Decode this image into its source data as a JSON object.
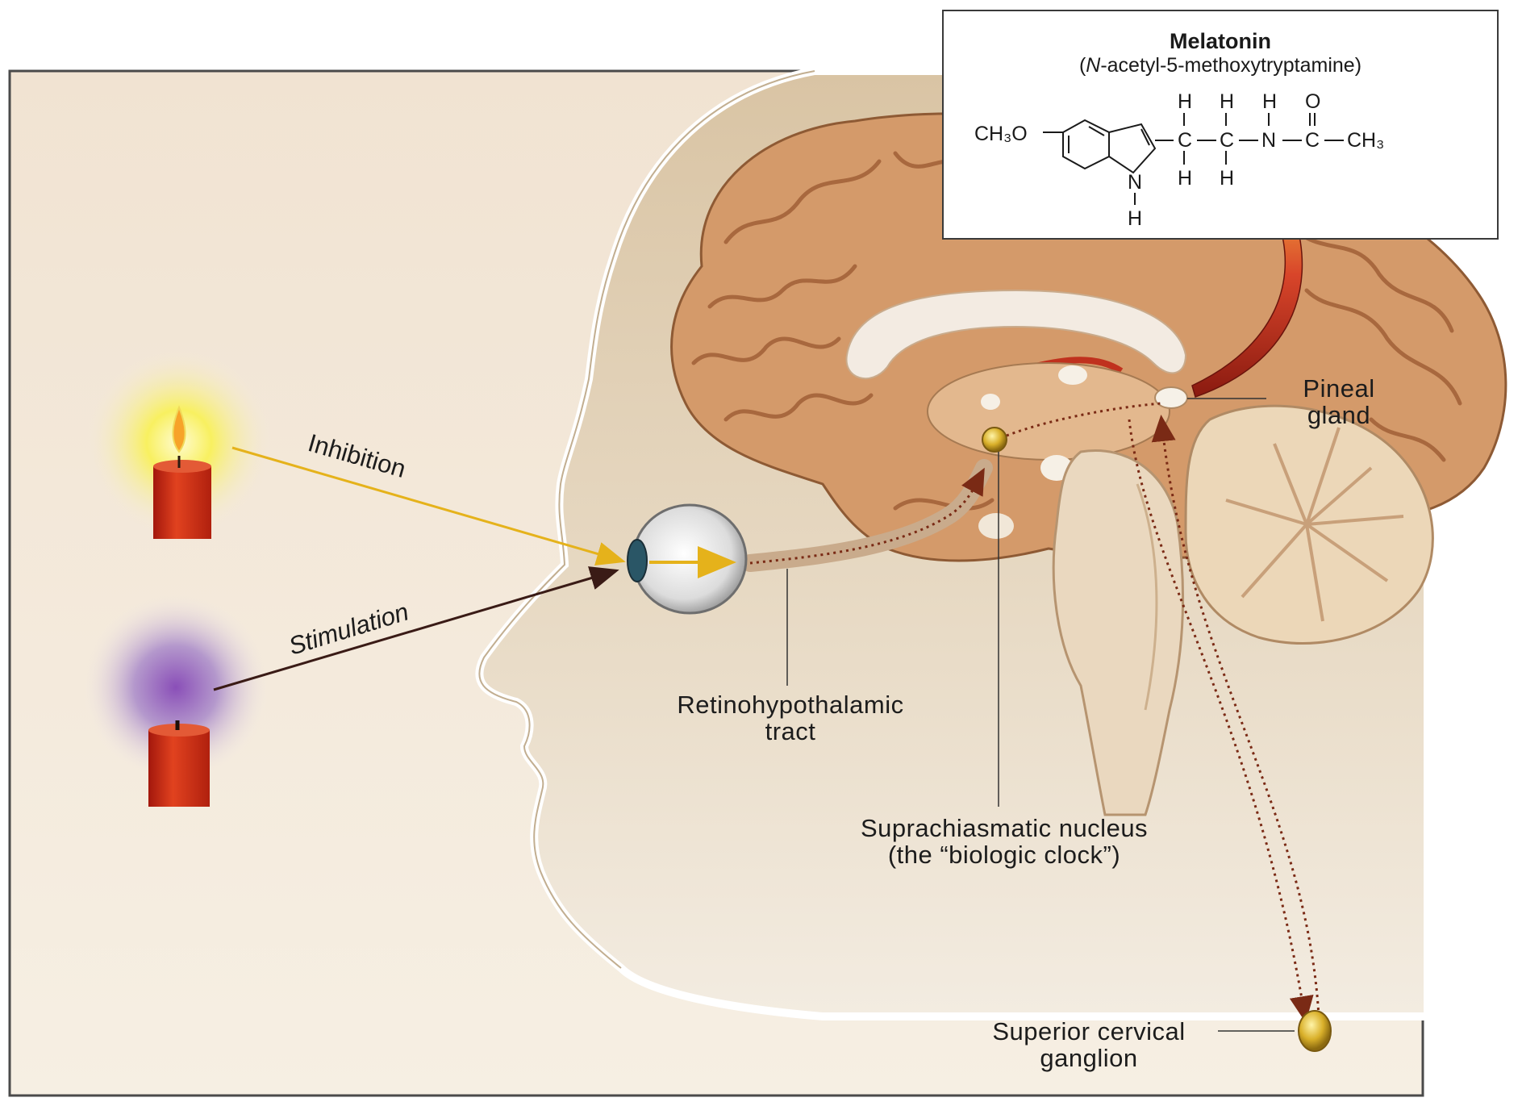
{
  "labels": {
    "inhibition": "Inhibition",
    "stimulation": "Stimulation",
    "retinohypothalamic_line1": "Retinohypothalamic",
    "retinohypothalamic_line2": "tract",
    "scn_line1": "Suprachiasmatic nucleus",
    "scn_line2": "(the “biologic clock”)",
    "pineal_line1": "Pineal",
    "pineal_line2": "gland",
    "scg_line1": "Superior cervical",
    "scg_line2": "ganglion"
  },
  "melatonin": {
    "title": "Melatonin",
    "subtitle_open": "(",
    "subtitle_italic": "N",
    "subtitle_rest": "-acetyl-5-methoxytryptamine)",
    "ch3o": "CH₃O",
    "h": "H",
    "c": "C",
    "n": "N",
    "o": "O",
    "ch3": "CH₃"
  },
  "colors": {
    "background": "#f2e6d4",
    "brain": "#d9a57a",
    "cerebellum": "#ead3b2",
    "candle": "#d8331e",
    "yellow_glow": "#f7ec3a",
    "purple_glow": "#9a6fc0",
    "arrow_red": "#b8241a",
    "nerve_dots": "#7a2a15"
  }
}
